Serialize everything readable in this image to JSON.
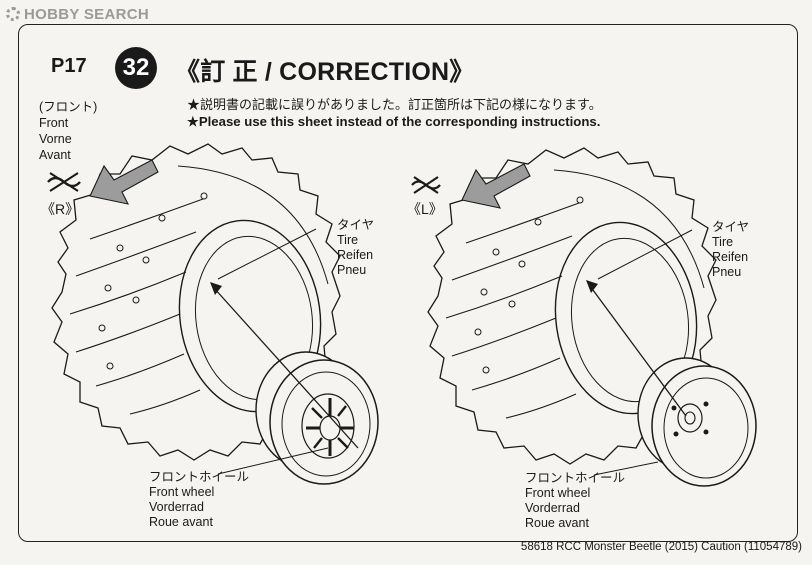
{
  "watermark": {
    "text": "HOBBY SEARCH"
  },
  "header": {
    "page_ref": "P17",
    "step_number": "32",
    "title": "《訂 正 / CORRECTION》"
  },
  "notice": {
    "ja": "★説明書の記載に誤りがありました。訂正箇所は下記の様になります。",
    "en": "★Please use this sheet instead of the corresponding instructions."
  },
  "position": {
    "ja": "(フロント)",
    "en": "Front",
    "de": "Vorne",
    "fr": "Avant"
  },
  "right_side": {
    "side_label": "《R》",
    "tire_label": {
      "ja": "タイヤ",
      "en": "Tire",
      "de": "Reifen",
      "fr": "Pneu"
    },
    "wheel_label": {
      "ja": "フロントホイール",
      "en": "Front wheel",
      "de": "Vorderrad",
      "fr": "Roue avant"
    }
  },
  "left_side": {
    "side_label": "《L》",
    "tire_label": {
      "ja": "タイヤ",
      "en": "Tire",
      "de": "Reifen",
      "fr": "Pneu"
    },
    "wheel_label": {
      "ja": "フロントホイール",
      "en": "Front wheel",
      "de": "Vorderrad",
      "fr": "Roue avant"
    }
  },
  "footer": {
    "text": "58618 RCC Monster Beetle (2015) Caution (11054789)"
  },
  "colors": {
    "ink": "#1a1a1a",
    "paper": "#f5f4f0",
    "arrow_fill": "#9c9c9c",
    "watermark": "#9a9a9a"
  },
  "icons": [
    "gear-icon",
    "crossed-out-wrench-icon",
    "rotation-arrow-icon"
  ]
}
